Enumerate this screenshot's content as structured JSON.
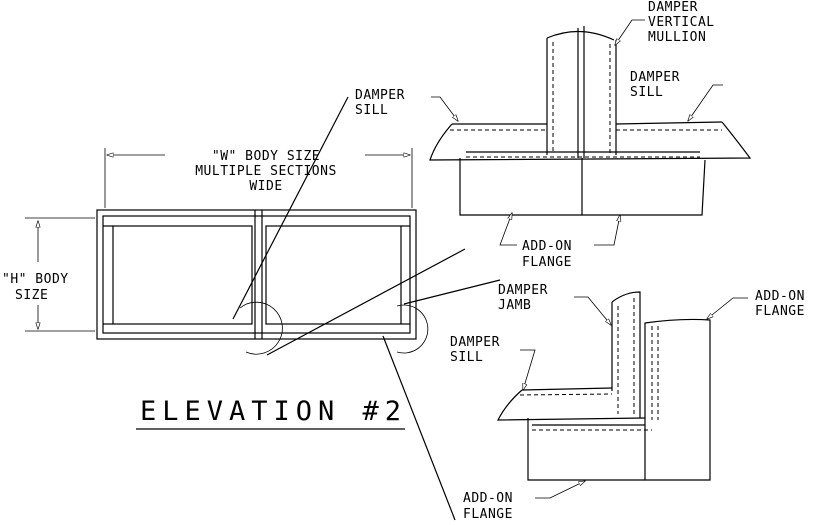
{
  "title": "ELEVATION #2",
  "labels": {
    "body_width": [
      "\"W\" BODY SIZE",
      "MULTIPLE SECTIONS",
      "WIDE"
    ],
    "body_height": [
      "\"H\" BODY",
      "SIZE"
    ],
    "damper_sill_left": [
      "DAMPER",
      "SILL"
    ],
    "damper_vertical_mullion": [
      "DAMPER",
      "VERTICAL",
      "MULLION"
    ],
    "damper_sill_top": [
      "DAMPER",
      "SILL"
    ],
    "add_on_flange_top": [
      "ADD-ON",
      "FLANGE"
    ],
    "damper_jamb": [
      "DAMPER",
      "JAMB"
    ],
    "add_on_flange_right": [
      "ADD-ON",
      "FLANGE"
    ],
    "damper_sill_bottom": [
      "DAMPER",
      "SILL"
    ],
    "add_on_flange_bottom": [
      "ADD-ON",
      "FLANGE"
    ]
  }
}
